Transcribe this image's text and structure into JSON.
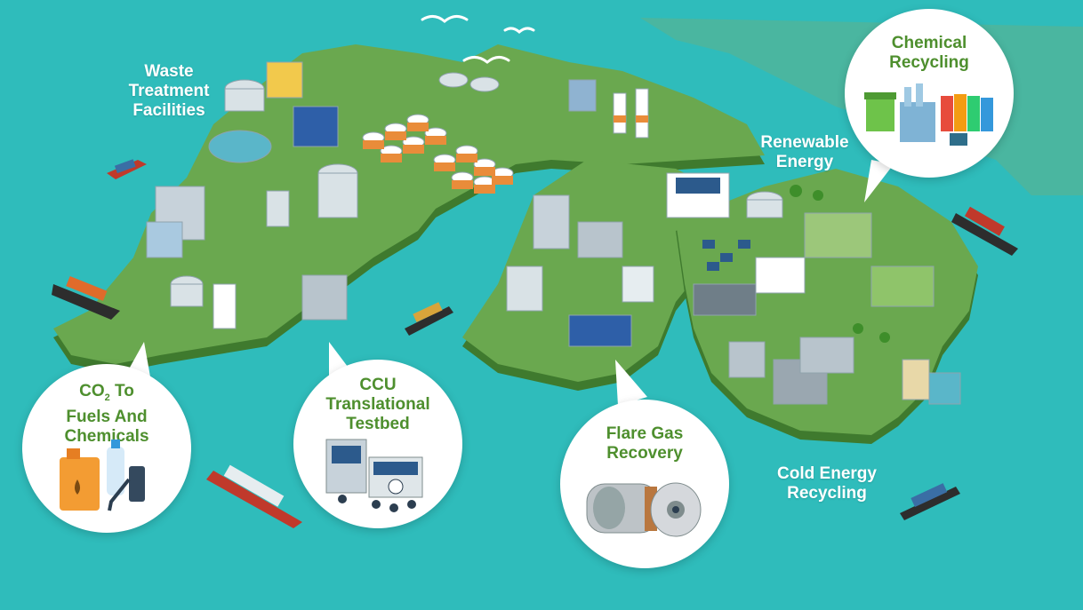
{
  "colors": {
    "sea": "#2bb8b8",
    "sea_light": "#5fd2cf",
    "land": "#6aa84f",
    "land_side": "#3f7a2e",
    "title_green": "#4e8f2e",
    "label_white": "#ffffff"
  },
  "map_labels": {
    "waste_treatment": [
      "Waste",
      "Treatment",
      "Facilities"
    ],
    "renewable_energy": [
      "Renewable",
      "Energy"
    ],
    "cold_energy": [
      "Cold Energy",
      "Recycling"
    ]
  },
  "callouts": {
    "chemical_recycling": {
      "lines": [
        "Chemical",
        "Recycling"
      ],
      "icon": "recycling-plant-icon"
    },
    "co2_fuels": {
      "line1_prefix": "CO",
      "line1_sub": "2",
      "line1_suffix": " To",
      "line2": "Fuels And",
      "line3": "Chemicals",
      "icon": "fuel-can-icon"
    },
    "ccu_testbed": {
      "lines": [
        "CCU",
        "Translational",
        "Testbed"
      ],
      "icon": "co2-capture-unit-icon"
    },
    "flare_gas": {
      "lines": [
        "Flare Gas",
        "Recovery"
      ],
      "icon": "compressor-icon"
    }
  }
}
